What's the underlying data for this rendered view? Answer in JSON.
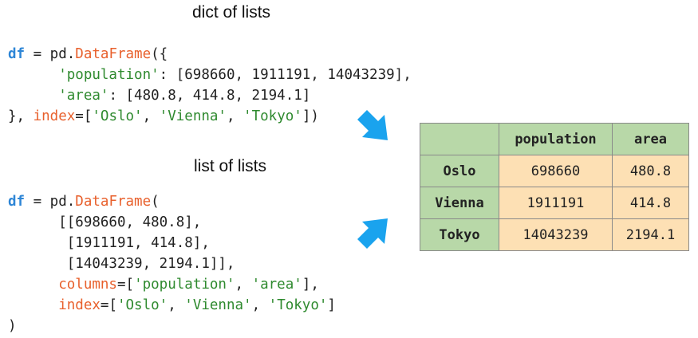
{
  "section1": {
    "heading": "dict of lists",
    "lines": [
      [
        {
          "t": "df",
          "c": "kw"
        },
        {
          "t": " = pd.",
          "c": ""
        },
        {
          "t": "DataFrame",
          "c": "fn"
        },
        {
          "t": "({",
          "c": ""
        }
      ],
      [
        {
          "t": "      ",
          "c": ""
        },
        {
          "t": "'population'",
          "c": "str"
        },
        {
          "t": ": [698660, 1911191, 14043239],",
          "c": ""
        }
      ],
      [
        {
          "t": "      ",
          "c": ""
        },
        {
          "t": "'area'",
          "c": "str"
        },
        {
          "t": ": [480.8, 414.8, 2194.1]",
          "c": ""
        }
      ],
      [
        {
          "t": "}, ",
          "c": ""
        },
        {
          "t": "index",
          "c": "arg"
        },
        {
          "t": "=[",
          "c": ""
        },
        {
          "t": "'Oslo'",
          "c": "str"
        },
        {
          "t": ", ",
          "c": ""
        },
        {
          "t": "'Vienna'",
          "c": "str"
        },
        {
          "t": ", ",
          "c": ""
        },
        {
          "t": "'Tokyo'",
          "c": "str"
        },
        {
          "t": "])",
          "c": ""
        }
      ]
    ]
  },
  "section2": {
    "heading": "list of lists",
    "lines": [
      [
        {
          "t": "df",
          "c": "kw"
        },
        {
          "t": " = pd.",
          "c": ""
        },
        {
          "t": "DataFrame",
          "c": "fn"
        },
        {
          "t": "(",
          "c": ""
        }
      ],
      [
        {
          "t": "      [[698660, 480.8],",
          "c": ""
        }
      ],
      [
        {
          "t": "       [1911191, 414.8],",
          "c": ""
        }
      ],
      [
        {
          "t": "       [14043239, 2194.1]],",
          "c": ""
        }
      ],
      [
        {
          "t": "      ",
          "c": ""
        },
        {
          "t": "columns",
          "c": "arg"
        },
        {
          "t": "=[",
          "c": ""
        },
        {
          "t": "'population'",
          "c": "str"
        },
        {
          "t": ", ",
          "c": ""
        },
        {
          "t": "'area'",
          "c": "str"
        },
        {
          "t": "],",
          "c": ""
        }
      ],
      [
        {
          "t": "      ",
          "c": ""
        },
        {
          "t": "index",
          "c": "arg"
        },
        {
          "t": "=[",
          "c": ""
        },
        {
          "t": "'Oslo'",
          "c": "str"
        },
        {
          "t": ", ",
          "c": ""
        },
        {
          "t": "'Vienna'",
          "c": "str"
        },
        {
          "t": ", ",
          "c": ""
        },
        {
          "t": "'Tokyo'",
          "c": "str"
        },
        {
          "t": "]",
          "c": ""
        }
      ],
      [
        {
          "t": ")",
          "c": ""
        }
      ]
    ]
  },
  "table": {
    "columns": [
      "",
      "population",
      "area"
    ],
    "rows": [
      {
        "index": "Oslo",
        "population": "698660",
        "area": "480.8"
      },
      {
        "index": "Vienna",
        "population": "1911191",
        "area": "414.8"
      },
      {
        "index": "Tokyo",
        "population": "14043239",
        "area": "2194.1"
      }
    ]
  },
  "colors": {
    "header_bg": "#b8d8a8",
    "cell_bg": "#fde0b4",
    "arrow": "#1aa3ee",
    "keyword": "#2e86d6",
    "function": "#e8602c",
    "string": "#2f8a2f"
  }
}
